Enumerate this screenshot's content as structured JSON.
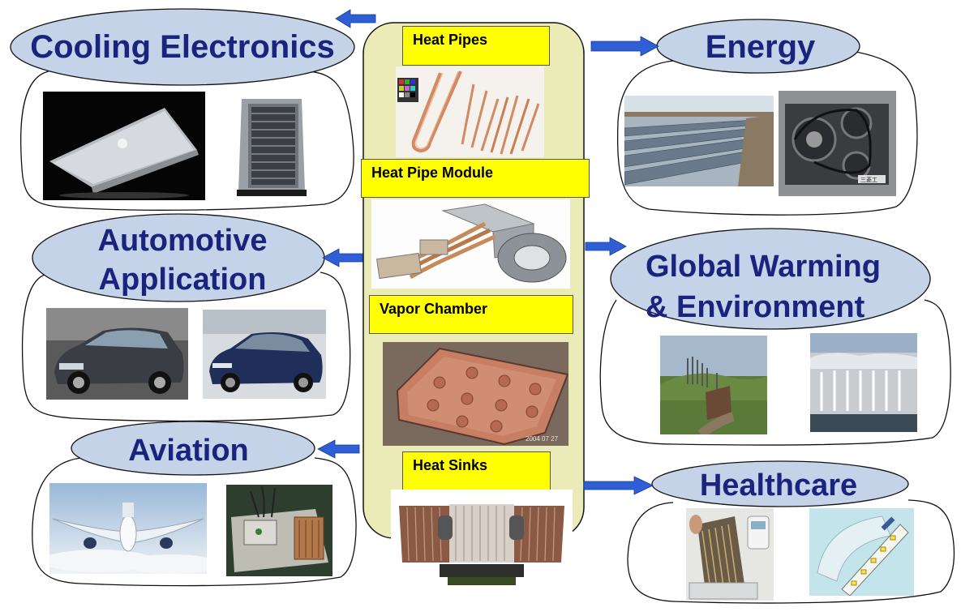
{
  "center": {
    "technologies": [
      {
        "label": "Heat Pipes"
      },
      {
        "label": "Heat Pipe Module"
      },
      {
        "label": "Vapor Chamber"
      },
      {
        "label": "Heat Sinks"
      }
    ]
  },
  "categories": {
    "cooling_electronics": {
      "title": "Cooling Electronics"
    },
    "automotive": {
      "title_line1": "Automotive",
      "title_line2": "Application"
    },
    "aviation": {
      "title": "Aviation"
    },
    "energy": {
      "title": "Energy"
    },
    "global_warming": {
      "title_line1": "Global Warming",
      "title_line2": "& Environment"
    },
    "healthcare": {
      "title": "Healthcare"
    }
  },
  "photo_text": {
    "vapor_chamber_stamp": "2004 07 27",
    "engine_tag": "三菱工"
  },
  "colors": {
    "title_text": "#1a237e",
    "ellipse_fill": "#c5d3e8",
    "arrow_fill": "#2f5fd6",
    "center_panel": "#ebebb8",
    "label_fill": "#ffff00"
  }
}
